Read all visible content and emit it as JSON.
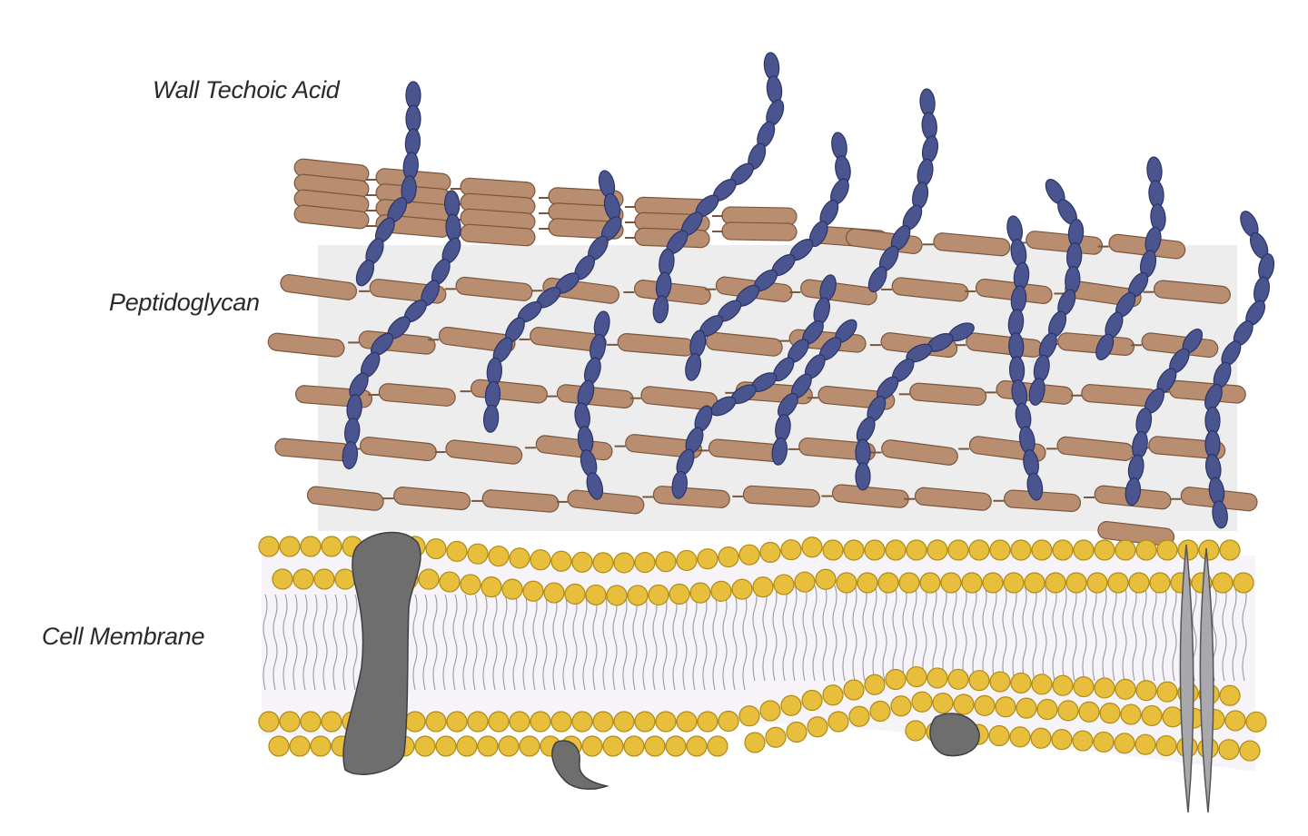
{
  "labels": {
    "wall_teichoic_acid": "Wall Techoic Acid",
    "peptidoglycan": "Peptidoglycan",
    "cell_membrane": "Cell Membrane"
  },
  "colors": {
    "background": "#ffffff",
    "peptidoglycan_panel": "#ededed",
    "glycan_strand": "#b98e70",
    "glycan_outline": "#7a563d",
    "teichoic_acid": "#4a5590",
    "teichoic_outline": "#2b3468",
    "phospholipid_head": "#e8bf3c",
    "phospholipid_outline": "#b08a16",
    "lipid_tail": "#9a9aa6",
    "membrane_core": "#f6f4f8",
    "protein_dark": "#6e6e6e",
    "protein_light": "#a9a9ad"
  },
  "icons": {
    "glycan": "brown-rounded-rod",
    "teichoic_acid": "chain-of-blue-ovals",
    "phospholipid": "yellow-circle-head",
    "membrane_protein": "grey-blob"
  }
}
